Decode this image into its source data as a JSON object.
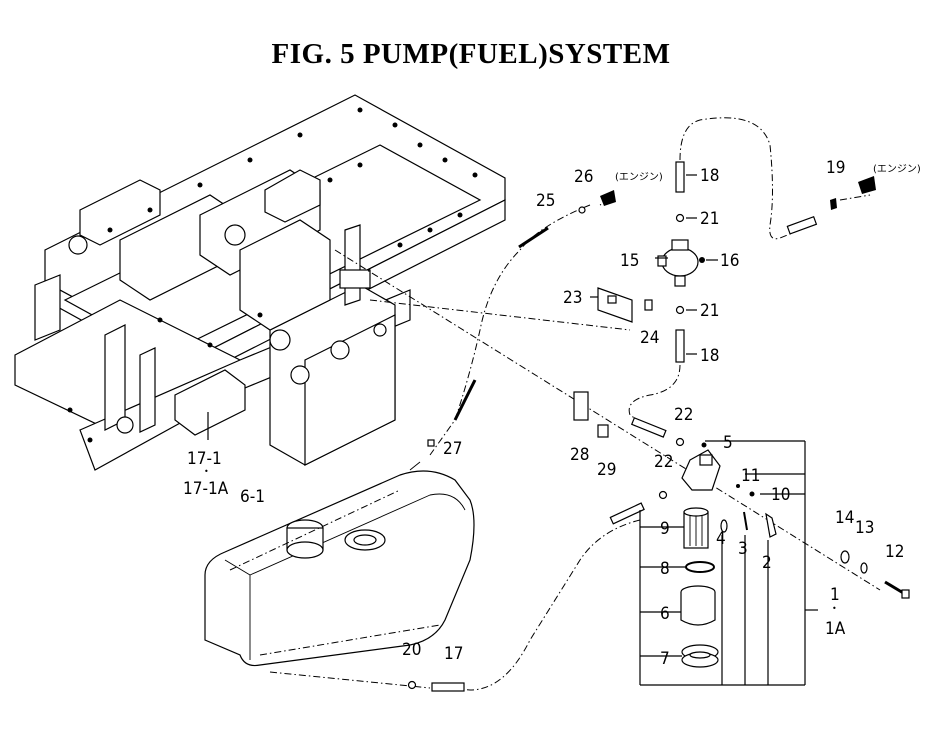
{
  "figure": {
    "title": "FIG. 5  PUMP(FUEL)SYSTEM",
    "engine_note": "(エンジン)"
  },
  "callouts": {
    "c1": "1",
    "c1a": "1A",
    "c2": "2",
    "c3": "3",
    "c4": "4",
    "c5": "5",
    "c6": "6",
    "c6_1": "6-1",
    "c7": "7",
    "c8": "8",
    "c9": "9",
    "c10": "10",
    "c11": "11",
    "c12": "12",
    "c13": "13",
    "c14": "14",
    "c15": "15",
    "c16": "16",
    "c17": "17",
    "c17_1": "17-1",
    "c17_1a": "17-1A",
    "c18a": "18",
    "c18b": "18",
    "c19": "19",
    "c20": "20",
    "c21a": "21",
    "c21b": "21",
    "c22a": "22",
    "c22b": "22",
    "c23": "23",
    "c24": "24",
    "c25": "25",
    "c26": "26",
    "c27": "27",
    "c28": "28",
    "c29": "29"
  }
}
